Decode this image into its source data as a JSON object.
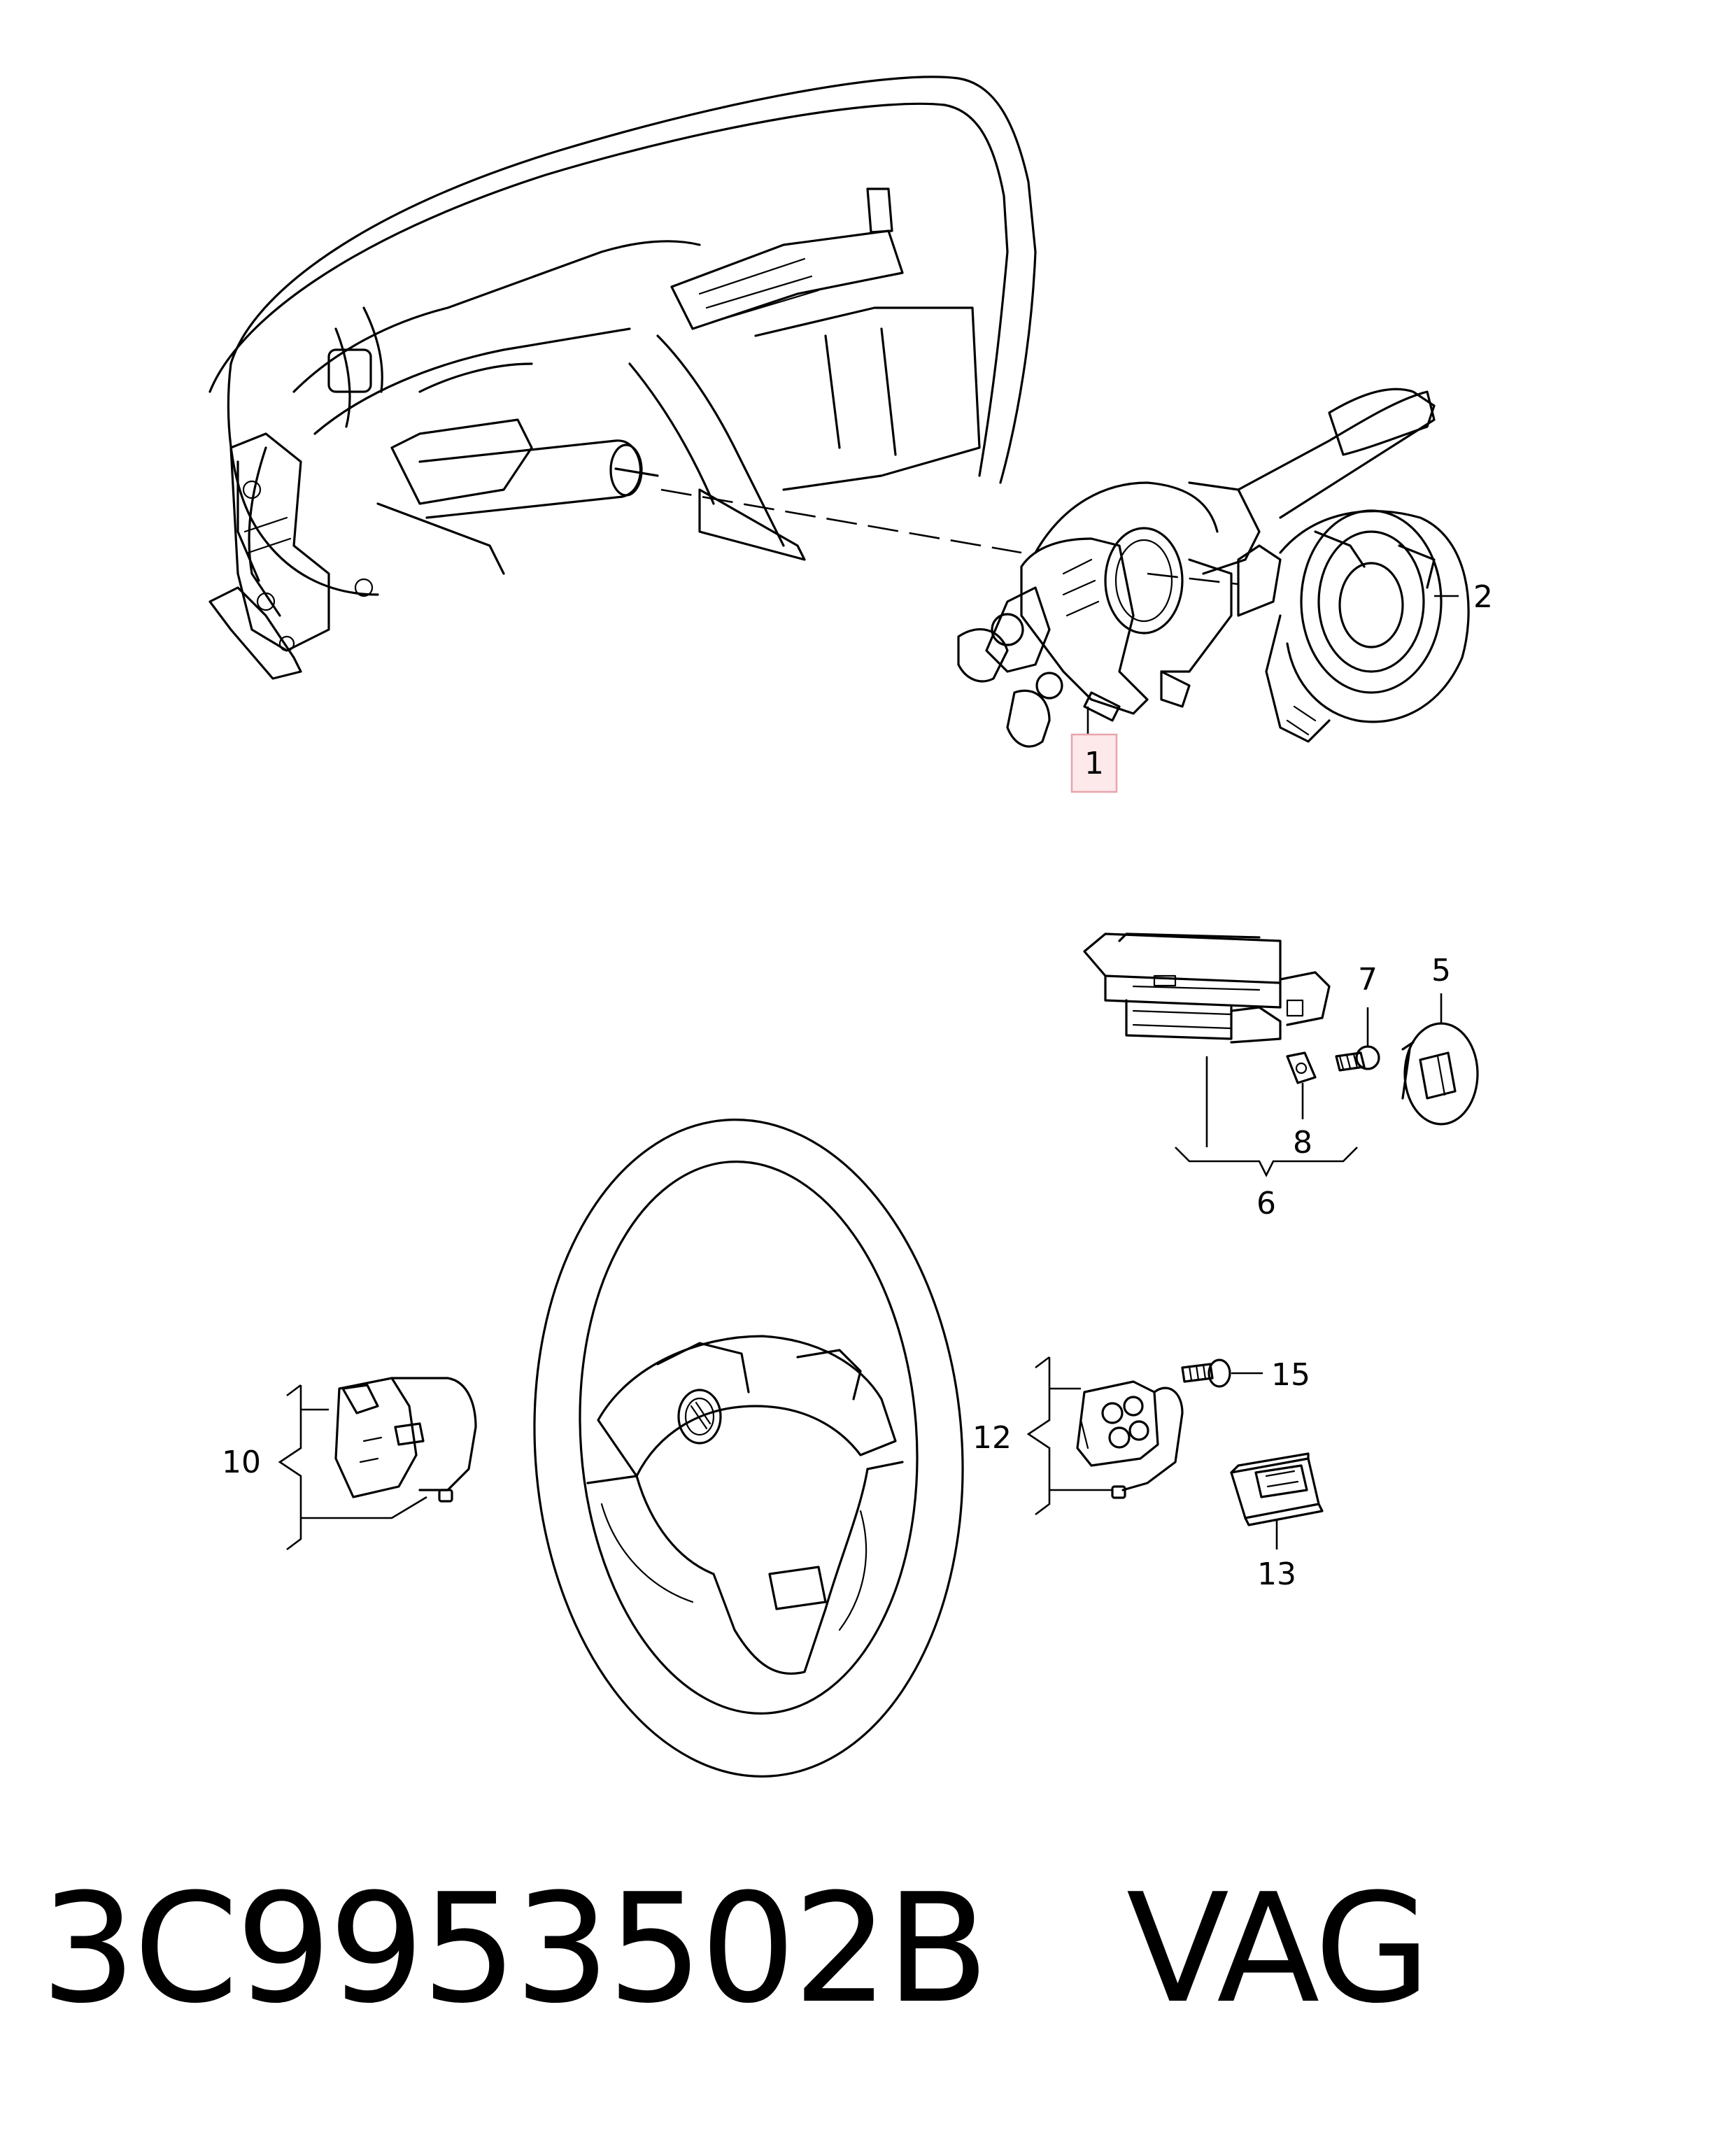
{
  "callouts": {
    "c1": "1",
    "c2": "2",
    "c5": "5",
    "c6": "6",
    "c7": "7",
    "c8": "8",
    "c10": "10",
    "c12": "12",
    "c13": "13",
    "c15": "15"
  },
  "highlighted_callout": "1",
  "colors": {
    "line": "#000000",
    "highlight_fill": "#fde8ea",
    "highlight_stroke": "#e8a3ad"
  },
  "footer": {
    "part_number": "3C9953502B",
    "brand": "VAG"
  }
}
